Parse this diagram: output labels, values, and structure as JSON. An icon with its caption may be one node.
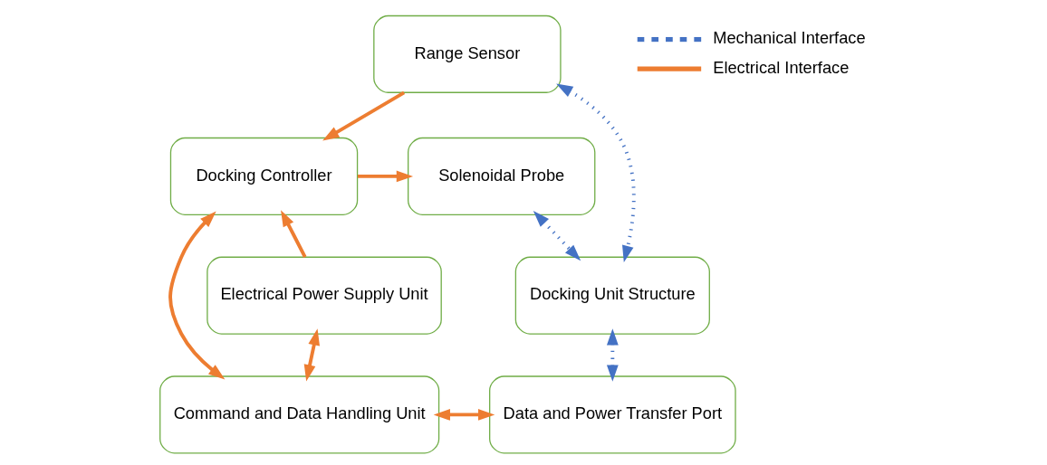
{
  "diagram": {
    "nodes": [
      {
        "text": [
          "Range Sensor"
        ]
      },
      {
        "text": [
          "Docking Controller"
        ]
      },
      {
        "text": [
          "Solenoidal Probe"
        ]
      },
      {
        "text": [
          "Electrical Power Supply Unit"
        ]
      },
      {
        "text": [
          "Docking Unit Structure"
        ]
      },
      {
        "text": [
          "Command and Data Handling Unit"
        ]
      },
      {
        "text": [
          "Data and Power Transfer Port"
        ]
      }
    ],
    "edges": [
      {
        "from": 0,
        "to": 1,
        "arrow": "to"
      },
      {
        "from": 3,
        "to": 1,
        "arrow": "to"
      },
      {
        "from": 1,
        "to": 2,
        "arrow": "to"
      },
      {
        "from": 0,
        "to": 4,
        "arrow": "both",
        "style": "dashed",
        "color": "#4472c4"
      },
      {
        "from": 2,
        "to": 4,
        "arrow": "both",
        "style": "dashed",
        "color": "#4472c4"
      },
      {
        "from": 1,
        "to": 5,
        "arrow": "both"
      },
      {
        "from": 3,
        "to": 5,
        "arrow": "both"
      },
      {
        "from": 5,
        "to": 6,
        "arrow": "both"
      },
      {
        "from": 4,
        "to": 6,
        "arrow": "both",
        "style": "dashed",
        "color": "#4472c4"
      }
    ],
    "legend": [
      {
        "text": "Mechanical Interface"
      },
      {
        "text": "Electrical Interface"
      }
    ]
  }
}
